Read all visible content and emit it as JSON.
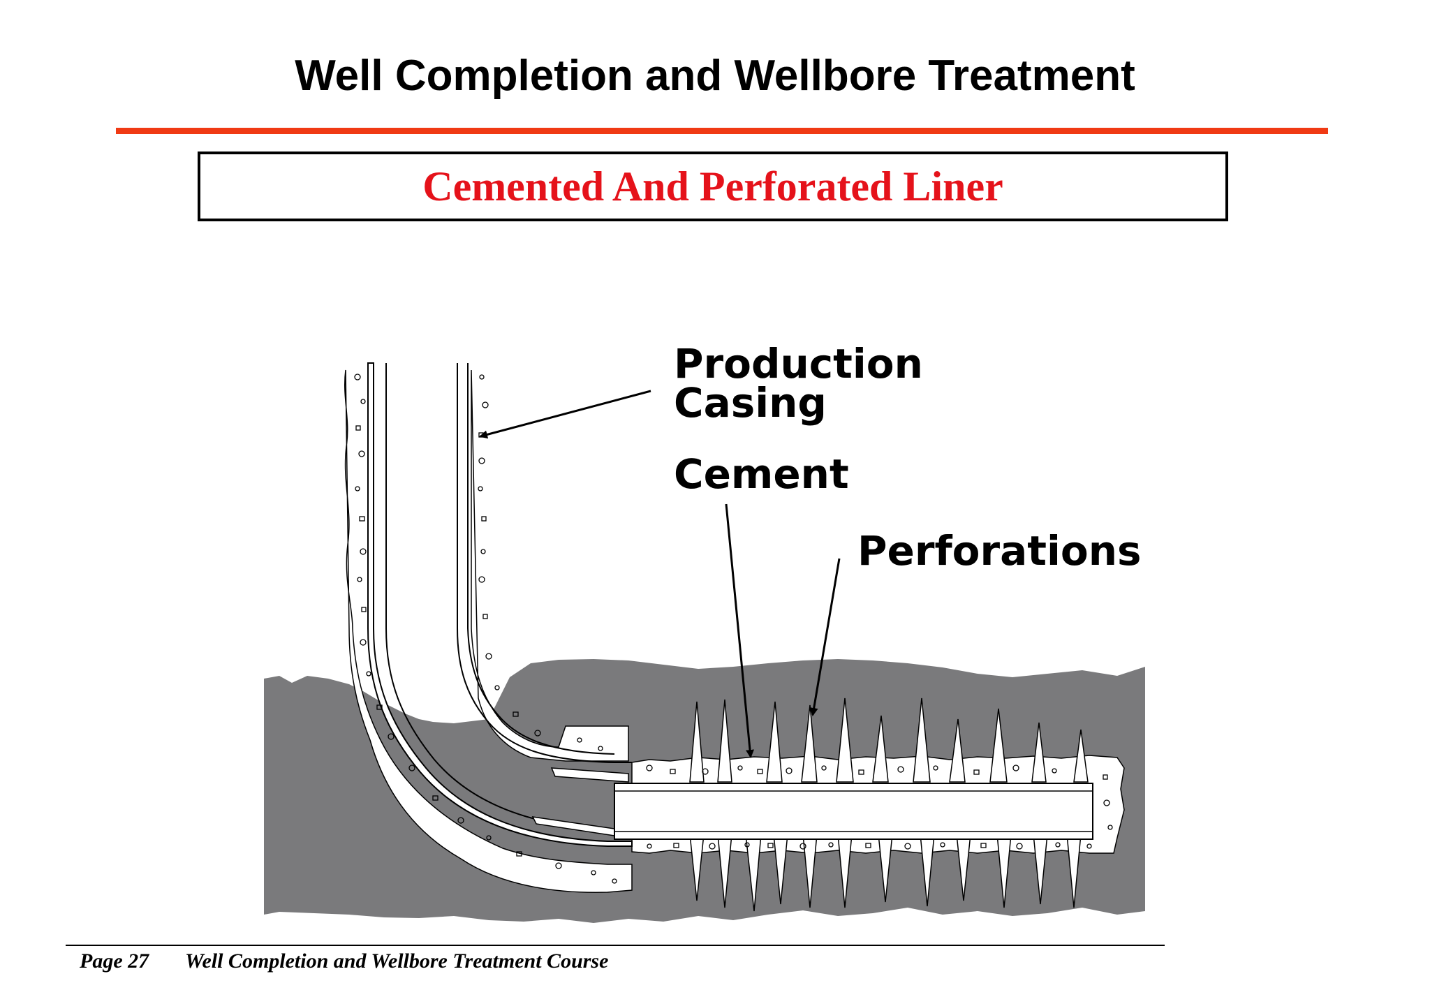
{
  "header": {
    "title": "Well Completion and Wellbore Treatment",
    "subtitle": "Cemented And Perforated Liner"
  },
  "diagram": {
    "labels": {
      "production_casing_line1": "Production",
      "production_casing_line2": "Casing",
      "cement": "Cement",
      "perforations": "Perforations"
    },
    "colors": {
      "formation": "#7a7a7c",
      "cement": "#ffffff",
      "accent_rule": "#f03a14",
      "subtitle": "#e5121a"
    }
  },
  "footer": {
    "page": "Page 27",
    "course": "Well Completion and Wellbore Treatment Course"
  }
}
